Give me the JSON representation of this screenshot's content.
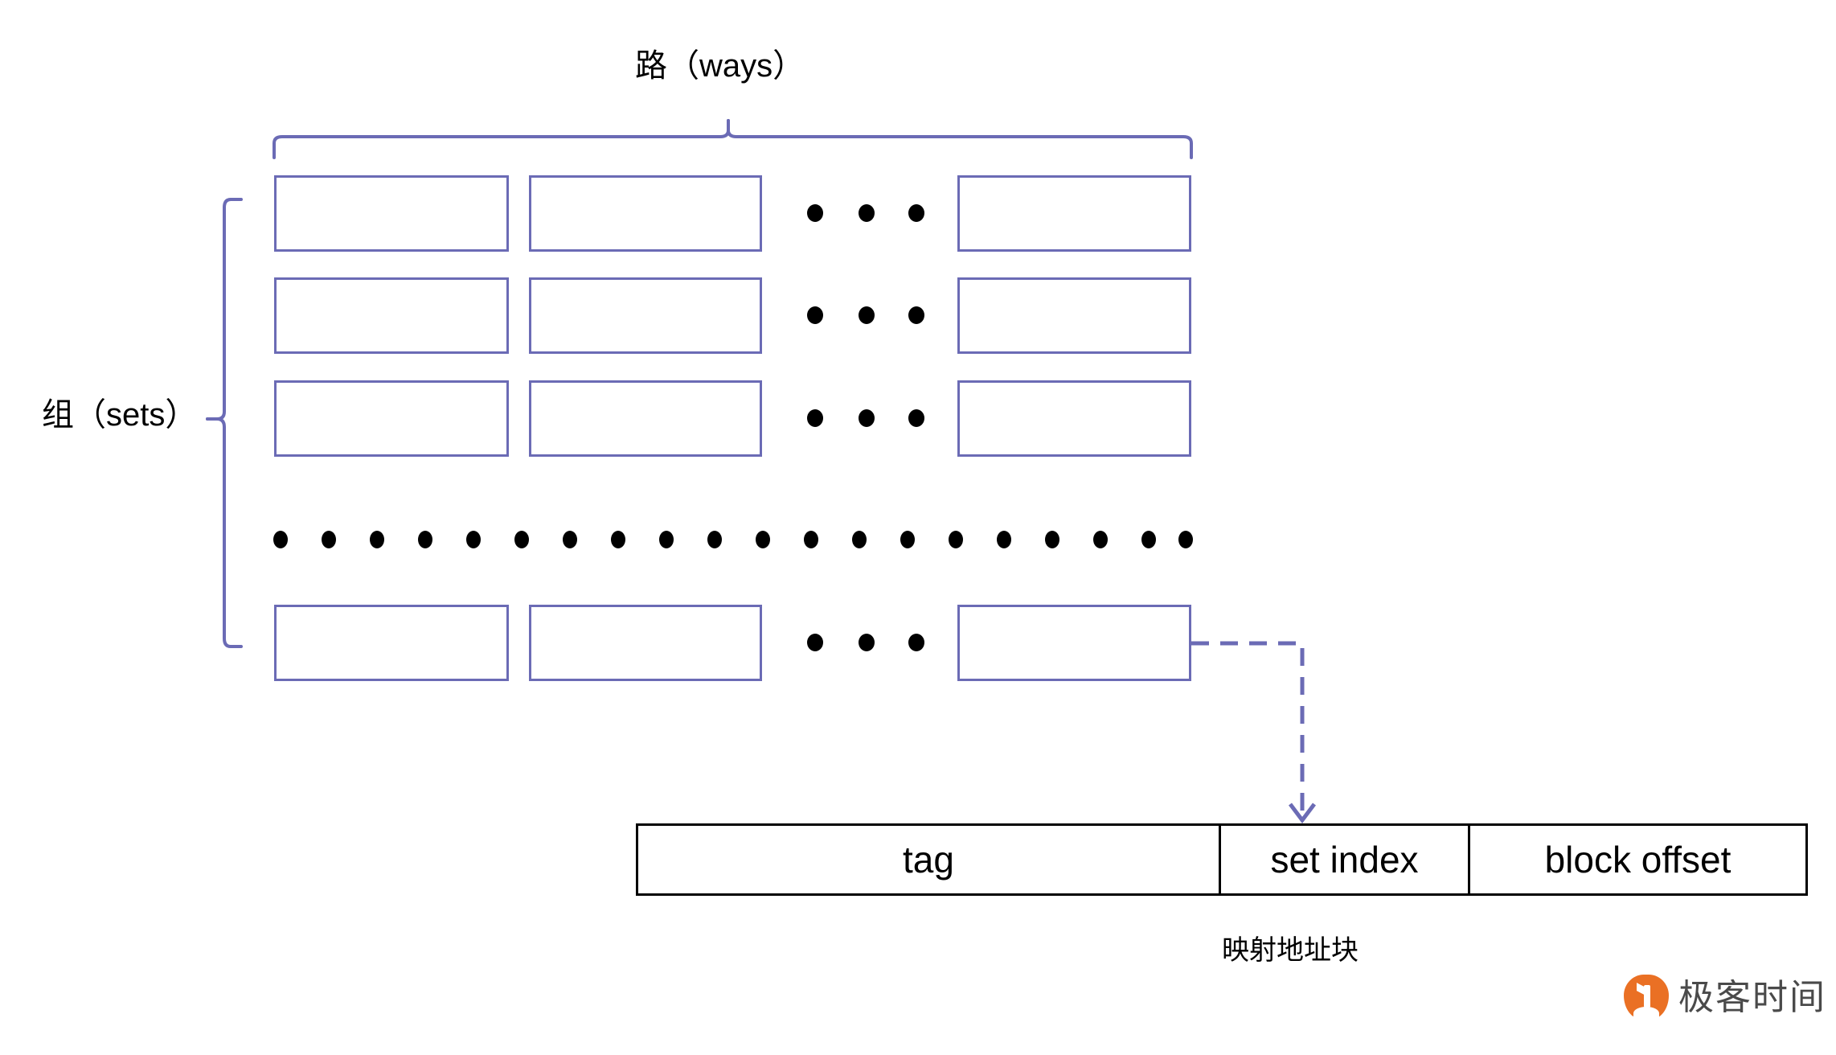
{
  "diagram": {
    "title_label": "路（ways）",
    "side_label": "组（sets）",
    "caption": "映射地址块",
    "cell_border_color": "#6b6bb5",
    "brace_color": "#6b6bb5",
    "dashed_arrow_color": "#6b6bb5",
    "address_border_color": "#000000",
    "dot_color": "#000000"
  },
  "cache_grid": {
    "rows": [
      {
        "cells": [
          "",
          "",
          ""
        ],
        "column_ellipsis": "•••"
      },
      {
        "cells": [
          "",
          "",
          ""
        ],
        "column_ellipsis": "•••"
      },
      {
        "cells": [
          "",
          "",
          ""
        ],
        "column_ellipsis": "•••"
      },
      {
        "cells": [
          "",
          "",
          ""
        ],
        "column_ellipsis": "•••"
      }
    ],
    "row_ellipsis_dot_count": 20,
    "column_ellipsis_dot_count": 3
  },
  "address_block": {
    "fields": [
      {
        "label": "tag"
      },
      {
        "label": "set index"
      },
      {
        "label": "block offset"
      }
    ]
  },
  "logo": {
    "text": "极客时间",
    "mark_color": "#ea7024",
    "text_color": "#4a4a4a"
  }
}
